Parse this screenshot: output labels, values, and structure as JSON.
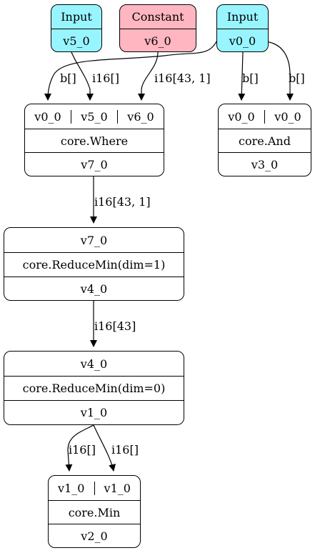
{
  "colors": {
    "input_fill": "#98f5ff",
    "constant_fill": "#ffb6c1",
    "stroke": "#000000"
  },
  "nodes": {
    "input_v5": {
      "kind": "Input",
      "name": "v5_0"
    },
    "constant_v6": {
      "kind": "Constant",
      "name": "v6_0"
    },
    "input_v0": {
      "kind": "Input",
      "name": "v0_0"
    },
    "where": {
      "inputs": [
        "v0_0",
        "v5_0",
        "v6_0"
      ],
      "op": "core.Where",
      "output": "v7_0"
    },
    "and": {
      "inputs": [
        "v0_0",
        "v0_0"
      ],
      "op": "core.And",
      "output": "v3_0"
    },
    "reducemin1": {
      "input": "v7_0",
      "op": "core.ReduceMin(dim=1)",
      "output": "v4_0"
    },
    "reducemin0": {
      "input": "v4_0",
      "op": "core.ReduceMin(dim=0)",
      "output": "v1_0"
    },
    "min": {
      "inputs": [
        "v1_0",
        "v1_0"
      ],
      "op": "core.Min",
      "output": "v2_0"
    }
  },
  "edges": {
    "v0_to_where": "b[]",
    "v5_to_where": "i16[]",
    "v6_to_where": "i16[43, 1]",
    "v0_to_and_a": "b[]",
    "v0_to_and_b": "b[]",
    "where_to_reducemin1": "i16[43, 1]",
    "reducemin1_to_reducemin0": "i16[43]",
    "reducemin0_to_min_a": "i16[]",
    "reducemin0_to_min_b": "i16[]"
  }
}
